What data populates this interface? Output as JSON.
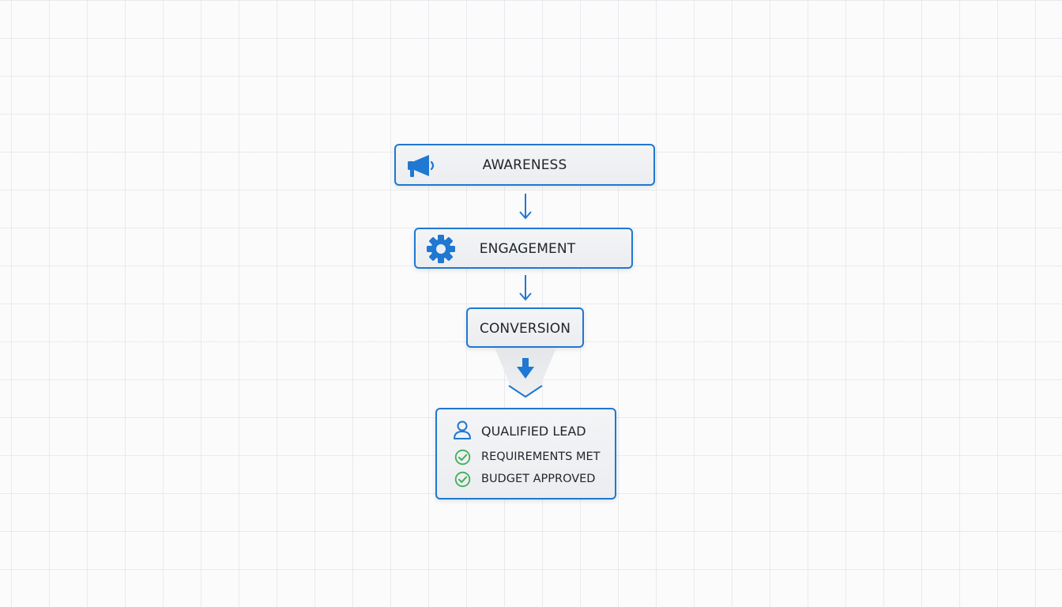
{
  "diagram": {
    "stages": [
      {
        "label": "AWARENESS",
        "icon": "megaphone-icon"
      },
      {
        "label": "ENGAGEMENT",
        "icon": "gear-icon"
      },
      {
        "label": "CONVERSION"
      }
    ],
    "result": {
      "title": "QUALIFIED LEAD",
      "icon": "user-icon",
      "checks": [
        {
          "label": "REQUIREMENTS MET",
          "icon": "check-circle-icon"
        },
        {
          "label": "BUDGET APPROVED",
          "icon": "check-circle-icon"
        }
      ]
    },
    "colors": {
      "accent": "#1f78d1",
      "check": "#3cb054",
      "box_fill": "#eef0f2",
      "text": "#22262b"
    }
  }
}
